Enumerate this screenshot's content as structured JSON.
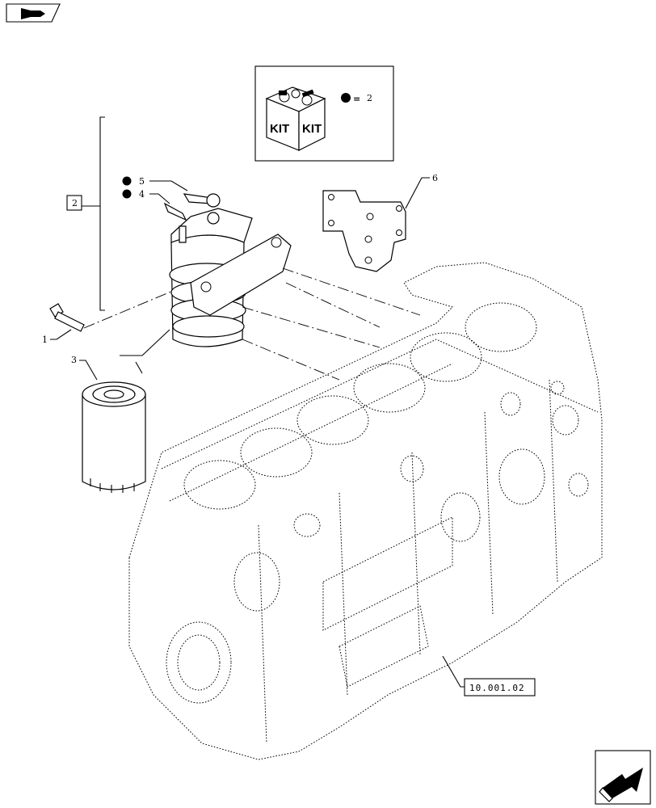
{
  "kit_box": {
    "kit_text_left": "KIT",
    "kit_text_right": "KIT",
    "legend_equals": "=",
    "legend_item": "2"
  },
  "callouts": [
    {
      "id": "1",
      "text": "1"
    },
    {
      "id": "2",
      "text": "2"
    },
    {
      "id": "3",
      "text": "3"
    },
    {
      "id": "4",
      "text": "4"
    },
    {
      "id": "5",
      "text": "5"
    },
    {
      "id": "6",
      "text": "6"
    }
  ],
  "reference": "10.001.02",
  "colors": {
    "ink": "#000000",
    "paper": "#ffffff"
  },
  "icons": [
    "page-back-icon",
    "page-forward-icon",
    "kit-box-icon",
    "kit-bullet-icon"
  ]
}
